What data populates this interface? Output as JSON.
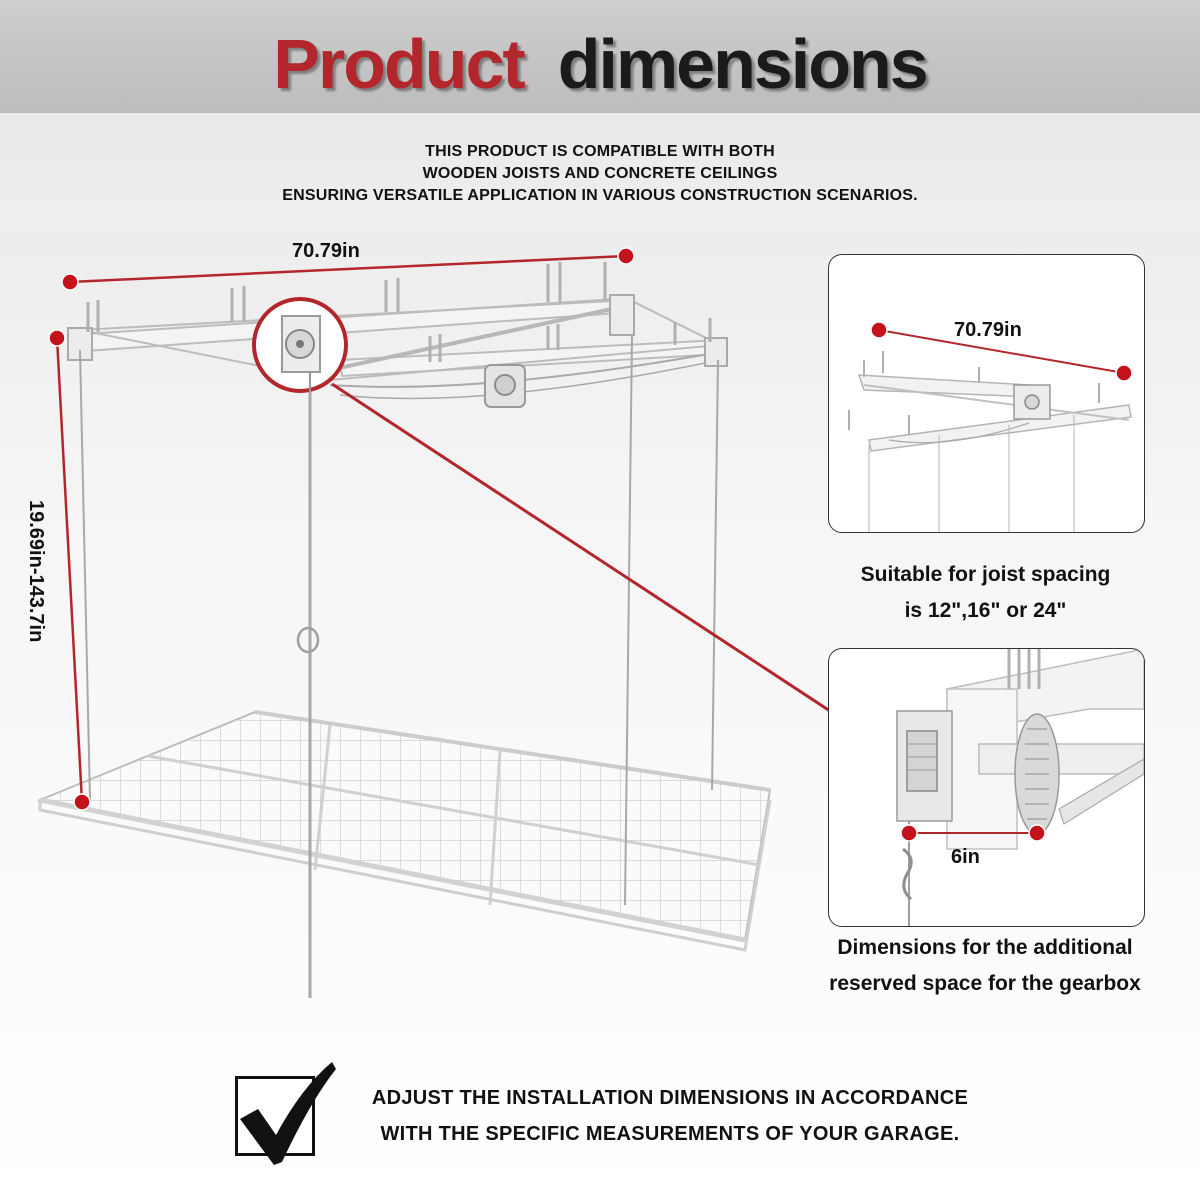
{
  "title": {
    "part1": "Product",
    "part2": "dimensions"
  },
  "intro": {
    "line1": "THIS PRODUCT IS COMPATIBLE WITH BOTH",
    "line2": "WOODEN JOISTS AND CONCRETE CEILINGS",
    "line3": "ENSURING VERSATILE APPLICATION IN VARIOUS CONSTRUCTION SCENARIOS."
  },
  "main_diagram": {
    "width_label": "70.79in",
    "height_label": "19.69in-143.7in"
  },
  "panel_top": {
    "width_label": "70.79in",
    "caption_line1": "Suitable for joist spacing",
    "caption_line2": "is 12\",16\" or 24\""
  },
  "panel_bottom": {
    "offset_label": "6in",
    "caption_line1": "Dimensions for the additional",
    "caption_line2": "reserved space for the gearbox"
  },
  "footer": {
    "line1": "ADJUST THE INSTALLATION DIMENSIONS IN ACCORDANCE",
    "line2": "WITH THE SPECIFIC MEASUREMENTS OF YOUR GARAGE."
  },
  "colors": {
    "accent": "#b3262c",
    "marker": "#c4121a",
    "text": "#111111"
  }
}
